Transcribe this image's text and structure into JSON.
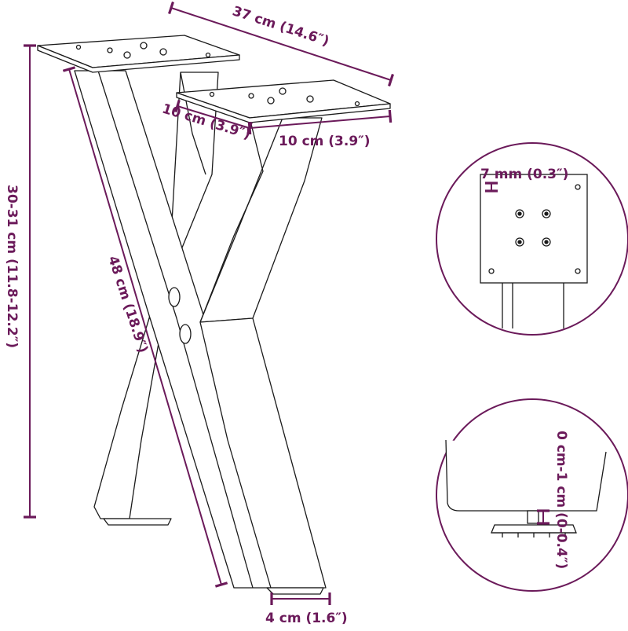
{
  "dimensions": {
    "top_width": "37 cm (14.6″)",
    "plate_depth": "10 cm (3.9″)",
    "plate_width": "10 cm (3.9″)",
    "total_height": "30-31 cm (11.8-12.2″)",
    "leg_length": "48 cm (18.9″)",
    "leg_width": "4 cm (1.6″)"
  },
  "detail_plate": {
    "thickness": "7 mm (0.3″)"
  },
  "detail_foot": {
    "adjust_range": "0 cm-1 cm (0-0.4″)"
  },
  "colors": {
    "dimension": "#6b1a5a",
    "outline": "#1a1a1a",
    "background": "#ffffff"
  }
}
